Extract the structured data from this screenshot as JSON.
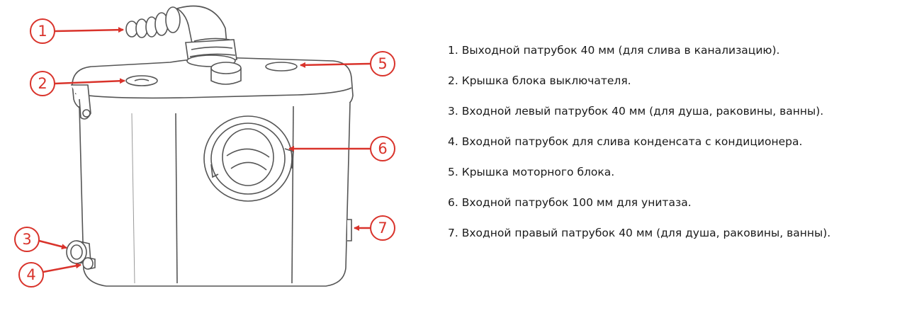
{
  "accent_color": "#d9332b",
  "line_color": "#555555",
  "callouts": [
    {
      "number": "1",
      "target": "outlet-pipe"
    },
    {
      "number": "2",
      "target": "switch-unit-cover"
    },
    {
      "number": "3",
      "target": "left-inlet"
    },
    {
      "number": "4",
      "target": "condensate-inlet"
    },
    {
      "number": "5",
      "target": "motor-unit-cover"
    },
    {
      "number": "6",
      "target": "toilet-inlet"
    },
    {
      "number": "7",
      "target": "right-inlet"
    }
  ],
  "legend": [
    "1. Выходной патрубок 40 мм (для слива в канализацию).",
    "2. Крышка блока выключателя.",
    "3. Входной левый патрубок 40 мм (для душа, раковины, ванны).",
    "4. Входной патрубок для слива конденсата с кондиционера.",
    "5. Крышка моторного блока.",
    "6. Входной патрубок 100 мм для унитаза.",
    "7. Входной правый патрубок 40 мм (для душа, раковины, ванны)."
  ]
}
